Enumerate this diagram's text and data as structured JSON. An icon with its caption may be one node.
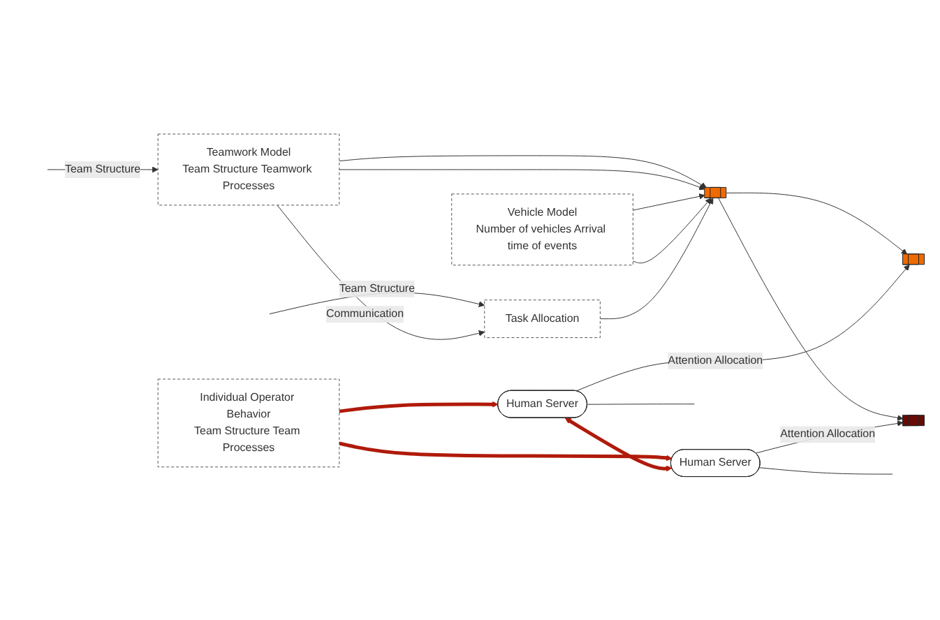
{
  "diagram": {
    "nodes": [
      {
        "text": [
          "Teamwork Model",
          "Team Structure Teamwork Processes"
        ]
      },
      {
        "text": [
          "Vehicle Model",
          "Number of vehicles Arrival time of events"
        ]
      },
      {
        "text": [
          "Task Allocation"
        ]
      },
      {
        "text": [],
        "shape": "bar"
      },
      {
        "text": [],
        "shape": "bar"
      },
      {
        "text": [
          "Human Server"
        ]
      },
      {
        "text": [],
        "shape": "bar"
      },
      {
        "text": [
          "Human Server"
        ]
      },
      {
        "text": [
          "Individual Operator Behavior",
          "Team Structure Team Processes"
        ]
      }
    ],
    "edges": [
      {
        "from": null,
        "to": 0,
        "label": "Team Structure",
        "arrow": "to"
      },
      {
        "from": null,
        "to": 2,
        "label": "Team Structure",
        "arrow": "to"
      },
      {
        "from": 0,
        "to": 2,
        "label": "Communication",
        "arrow": "to"
      },
      {
        "from": 0,
        "to": 3,
        "arrow": "to"
      },
      {
        "from": 0,
        "to": 3,
        "arrow": "to"
      },
      {
        "from": 1,
        "to": 3,
        "arrow": "to"
      },
      {
        "from": 1,
        "to": 3,
        "arrow": "to"
      },
      {
        "from": 2,
        "to": 3,
        "arrow": "to"
      },
      {
        "from": 3,
        "to": 4,
        "arrow": "to"
      },
      {
        "from": 3,
        "to": 6,
        "arrow": "to"
      },
      {
        "from": 5,
        "to": 4,
        "label": "Attention Allocation",
        "arrow": "to"
      },
      {
        "from": 7,
        "to": 6,
        "label": "Attention Allocation",
        "arrow": "to"
      },
      {
        "from": 5,
        "to": null,
        "arrow": "none"
      },
      {
        "from": 7,
        "to": null,
        "arrow": "none"
      },
      {
        "from": 8,
        "to": 5,
        "arrow": "to",
        "style": "thick",
        "color": "#b01a0a"
      },
      {
        "from": 8,
        "to": 7,
        "arrow": "to",
        "style": "thick",
        "color": "#b01a0a"
      },
      {
        "from": 5,
        "to": 7,
        "arrow": "both",
        "style": "thick",
        "color": "#b01a0a"
      }
    ]
  }
}
